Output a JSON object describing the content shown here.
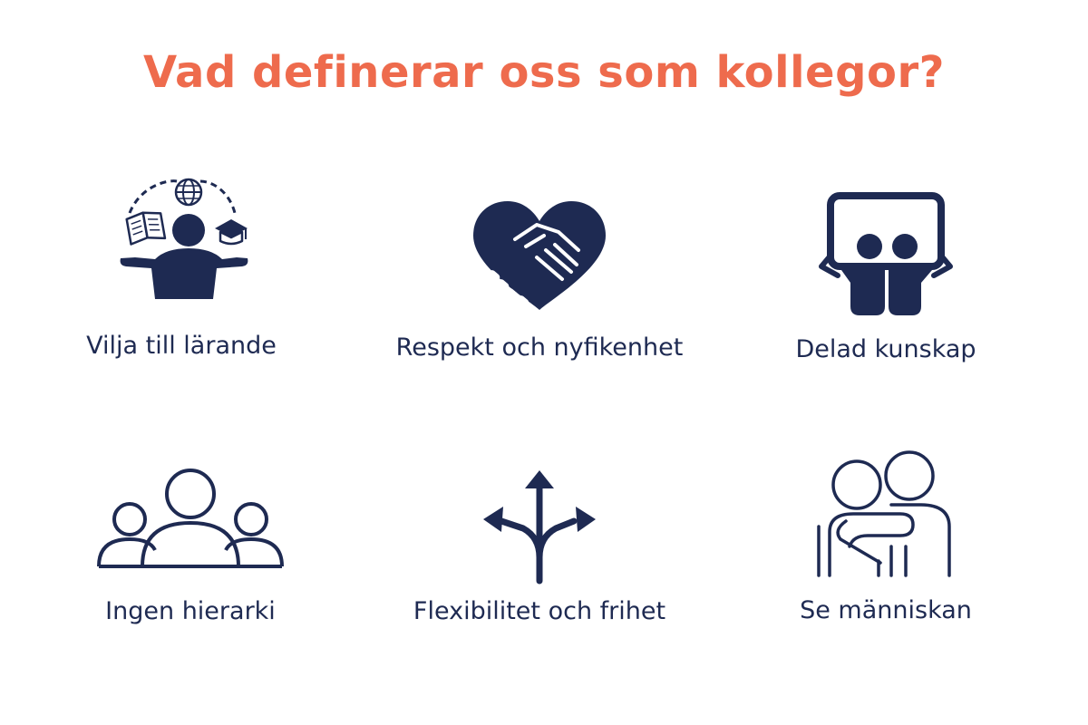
{
  "title": "Vad definerar oss som kollegor?",
  "colors": {
    "title": "#ee6b4d",
    "icon": "#1e2a52",
    "label": "#1e2a52",
    "background": "#ffffff"
  },
  "items": [
    {
      "label": "Vilja till lärande",
      "icon": "learning-person-icon"
    },
    {
      "label": "Respekt och nyfikenhet",
      "icon": "heart-handshake-icon"
    },
    {
      "label": "Delad kunskap",
      "icon": "presentation-board-icon"
    },
    {
      "label": "Ingen hierarki",
      "icon": "group-people-icon"
    },
    {
      "label": "Flexibilitet och frihet",
      "icon": "split-arrows-icon"
    },
    {
      "label": "Se människan",
      "icon": "hug-icon"
    }
  ]
}
